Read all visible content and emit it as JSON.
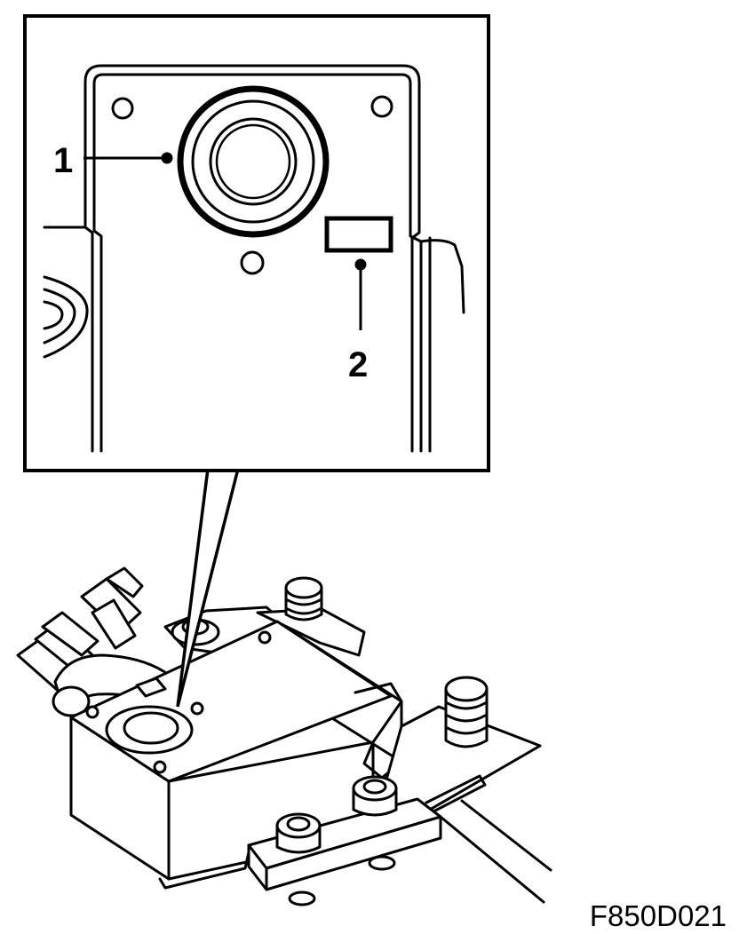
{
  "callouts": [
    {
      "number": "1"
    },
    {
      "number": "2"
    }
  ],
  "figure_code": "F850D021"
}
